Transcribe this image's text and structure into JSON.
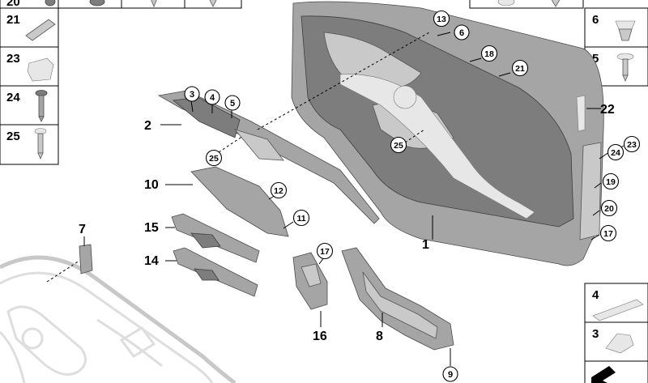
{
  "callouts": [
    {
      "id": "c1",
      "text": "1"
    },
    {
      "id": "c2",
      "text": "2"
    },
    {
      "id": "c3",
      "text": "3"
    },
    {
      "id": "c4",
      "text": "4"
    },
    {
      "id": "c5",
      "text": "5"
    },
    {
      "id": "c6",
      "text": "6"
    },
    {
      "id": "c7",
      "text": "7"
    },
    {
      "id": "c8",
      "text": "8"
    },
    {
      "id": "c9",
      "text": "9"
    },
    {
      "id": "c10",
      "text": "10"
    },
    {
      "id": "c11",
      "text": "11"
    },
    {
      "id": "c12",
      "text": "12"
    },
    {
      "id": "c13",
      "text": "13"
    },
    {
      "id": "c14",
      "text": "14"
    },
    {
      "id": "c15",
      "text": "15"
    },
    {
      "id": "c16",
      "text": "16"
    },
    {
      "id": "c17",
      "text": "17"
    },
    {
      "id": "c17b",
      "text": "17"
    },
    {
      "id": "c18",
      "text": "18"
    },
    {
      "id": "c19",
      "text": "19"
    },
    {
      "id": "c20",
      "text": "20"
    },
    {
      "id": "c21",
      "text": "21"
    },
    {
      "id": "c22",
      "text": "22"
    },
    {
      "id": "c23",
      "text": "23"
    },
    {
      "id": "c24",
      "text": "24"
    },
    {
      "id": "c25a",
      "text": "25"
    },
    {
      "id": "c25b",
      "text": "25"
    }
  ],
  "left_legend": [
    {
      "id": "l20",
      "text": "20"
    },
    {
      "id": "l21",
      "text": "21"
    },
    {
      "id": "l23",
      "text": "23"
    },
    {
      "id": "l24",
      "text": "24"
    },
    {
      "id": "l25",
      "text": "25"
    }
  ],
  "right_legend": [
    {
      "id": "r6",
      "text": "6"
    },
    {
      "id": "r5",
      "text": "5"
    },
    {
      "id": "r4",
      "text": "4"
    },
    {
      "id": "r3",
      "text": "3"
    }
  ],
  "icons": {
    "nav_arrow": "arrow-icon"
  }
}
